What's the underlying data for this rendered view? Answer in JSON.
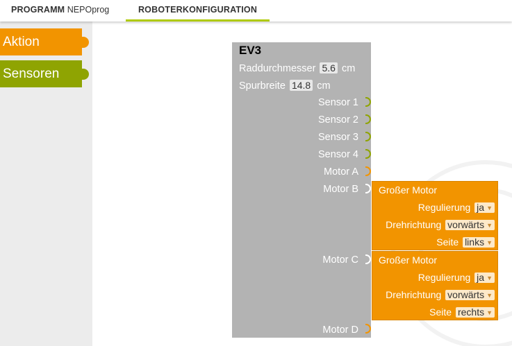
{
  "tabs": {
    "program_label": "PROGRAMM",
    "program_name": "NEPOprog",
    "robot_config": "ROBOTERKONFIGURATION"
  },
  "toolbox": {
    "categories": [
      "Aktion",
      "Sensoren"
    ]
  },
  "ev3": {
    "title": "EV3",
    "wheel_label": "Raddurchmesser",
    "wheel_value": "5.6",
    "wheel_unit": "cm",
    "track_label": "Spurbreite",
    "track_value": "14.8",
    "track_unit": "cm",
    "ports": [
      "Sensor 1",
      "Sensor 2",
      "Sensor 3",
      "Sensor 4",
      "Motor A",
      "Motor B",
      "Motor C",
      "Motor D"
    ]
  },
  "motors": [
    {
      "title": "Großer Motor",
      "regulation_label": "Regulierung",
      "regulation": "ja",
      "direction_label": "Drehrichtung",
      "direction": "vorwärts",
      "side_label": "Seite",
      "side": "links"
    },
    {
      "title": "Großer Motor",
      "regulation_label": "Regulierung",
      "regulation": "ja",
      "direction_label": "Drehrichtung",
      "direction": "vorwärts",
      "side_label": "Seite",
      "side": "rechts"
    }
  ],
  "colors": {
    "action": "#f29400",
    "sensor": "#8fa402",
    "accent": "#afca04",
    "block": "#b3b3b3"
  }
}
